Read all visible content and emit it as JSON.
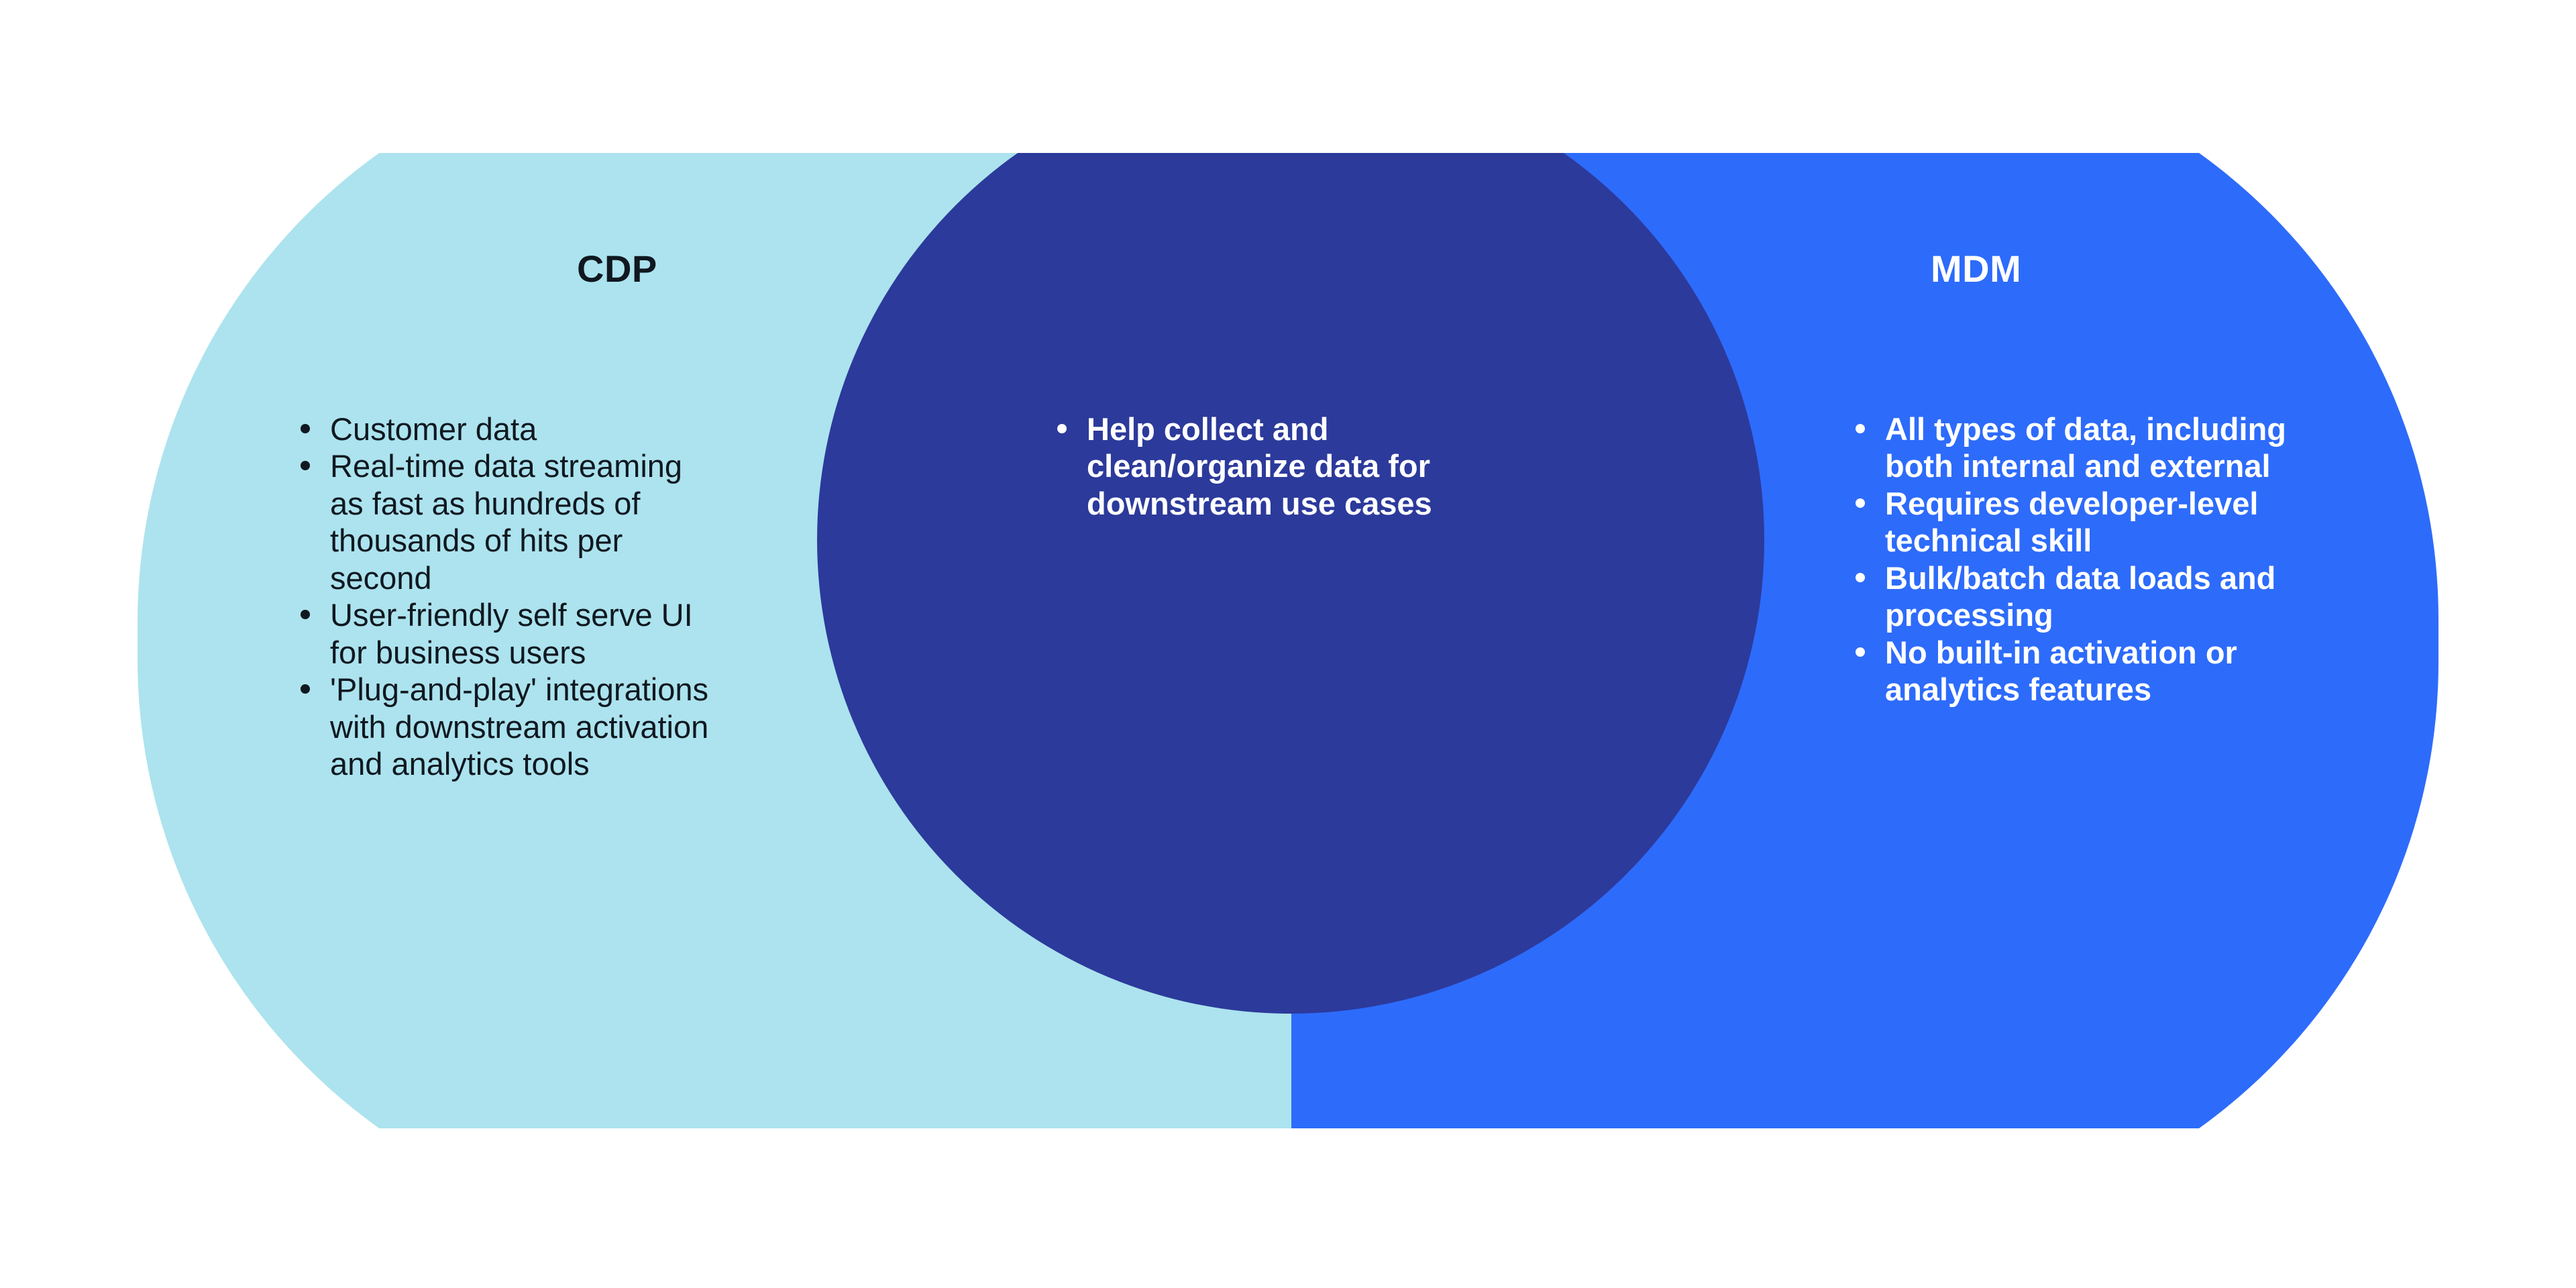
{
  "diagram": {
    "type": "venn",
    "colors": {
      "left_fill": "#ACE3EE",
      "center_fill": "#2C3A9B",
      "right_fill": "#2D6BFB",
      "background": "#FFFFFF",
      "left_text": "#101820",
      "center_text": "#FFFFFF",
      "right_text": "#FFFFFF"
    },
    "left": {
      "title": "CDP",
      "bullets": [
        "Customer data",
        "Real-time data streaming as fast as hundreds of thousands of hits per second",
        "User-friendly self serve UI for business users",
        "'Plug-and-play' integrations with downstream activation and analytics tools"
      ]
    },
    "center": {
      "title": "",
      "bullets": [
        "Help collect and clean/organize data for downstream use cases"
      ]
    },
    "right": {
      "title": "MDM",
      "bullets": [
        "All types of data, including both internal and external",
        "Requires developer-level technical skill",
        "Bulk/batch data loads and processing",
        "No built-in activation or analytics features"
      ]
    }
  }
}
